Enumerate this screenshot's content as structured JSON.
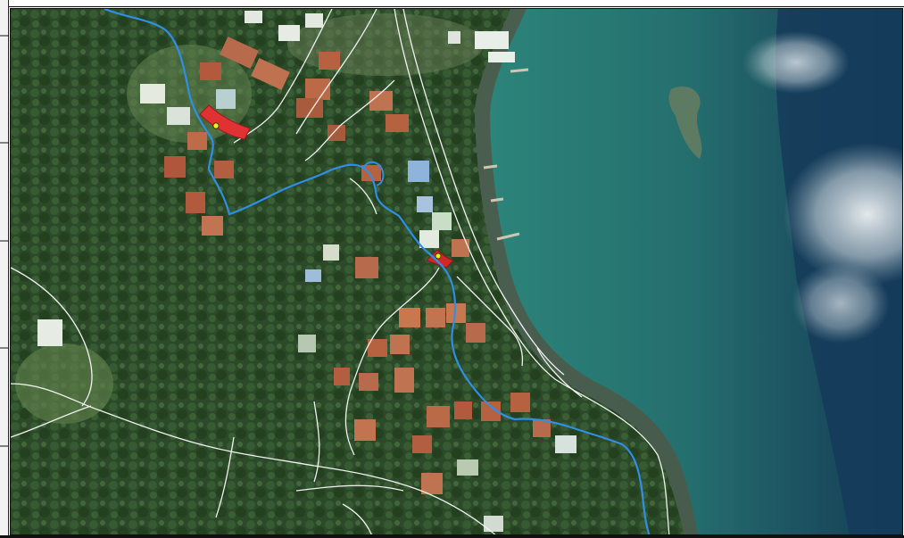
{
  "map": {
    "type": "satellite-basemap",
    "layers": [
      {
        "name": "roads",
        "color": "#f2f2f2"
      },
      {
        "name": "stream",
        "color": "#2f8fe6"
      },
      {
        "name": "highlighted-parcels",
        "color": "#e03232"
      },
      {
        "name": "parcel-markers",
        "color": "#f2f21a"
      }
    ],
    "land_color": "#2d4a2a",
    "sea_shallow_color": "#2f8c7e",
    "sea_deep_color": "#123150",
    "cloud_color": "#e6ecef"
  }
}
